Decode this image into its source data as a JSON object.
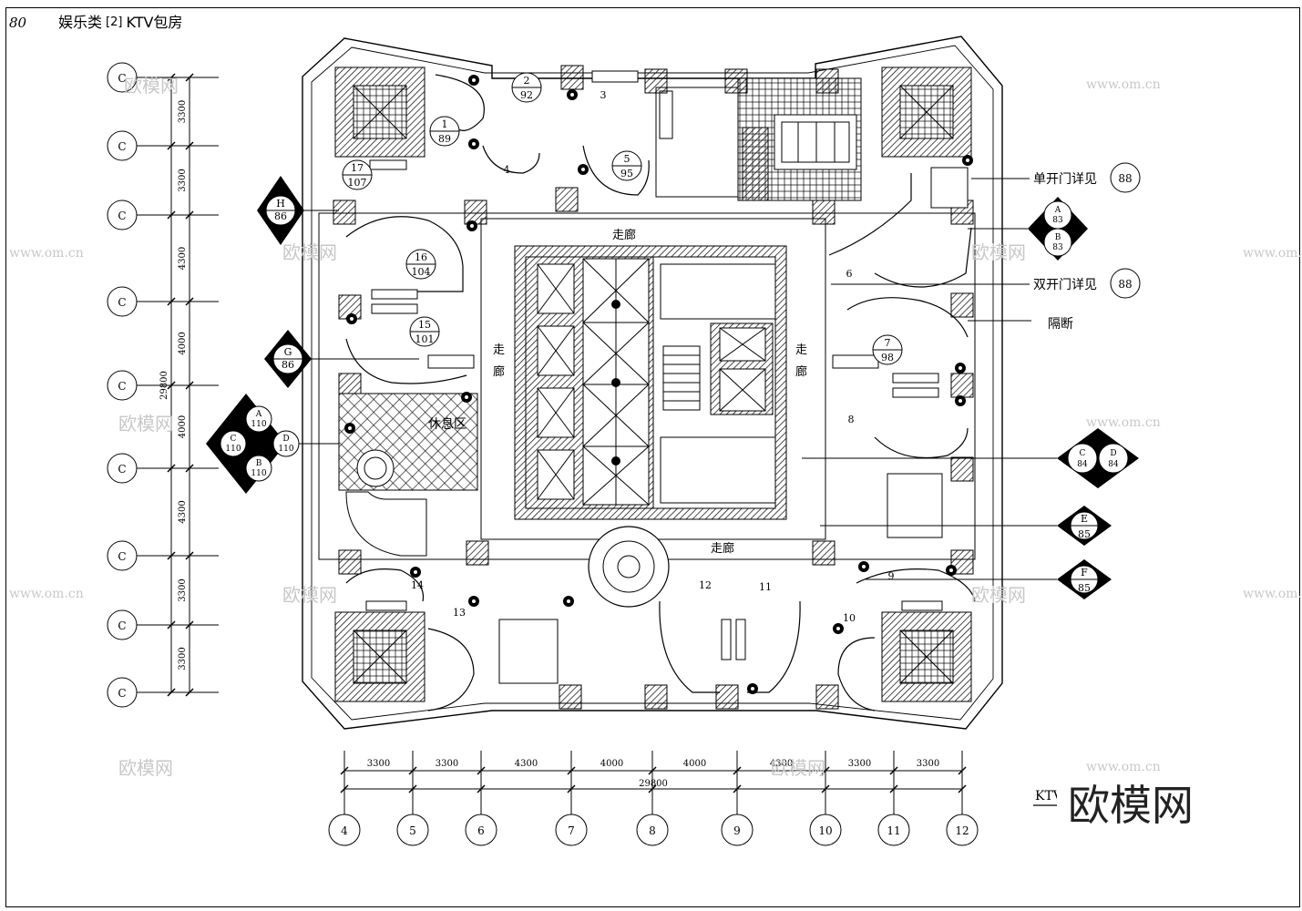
{
  "header": {
    "page_number": "80",
    "category": "娱乐类",
    "category_index": "[2]",
    "title": "KTV包房"
  },
  "grid_left": {
    "axes": [
      "C",
      "C",
      "C",
      "C",
      "C",
      "C",
      "C",
      "C",
      "C"
    ],
    "spacings": [
      "3300",
      "3300",
      "4300",
      "4000",
      "4000",
      "4300",
      "3300",
      "3300"
    ],
    "total": "29800"
  },
  "grid_bottom": {
    "axes": [
      "4",
      "5",
      "6",
      "7",
      "8",
      "9",
      "10",
      "11",
      "12"
    ],
    "spacings": [
      "3300",
      "3300",
      "4300",
      "4000",
      "4000",
      "4300",
      "3300",
      "3300"
    ],
    "total": "29800"
  },
  "rooms": [
    {
      "num": "1",
      "seats": "89"
    },
    {
      "num": "2",
      "seats": "92"
    },
    {
      "num": "3",
      "seats": ""
    },
    {
      "num": "4",
      "seats": ""
    },
    {
      "num": "5",
      "seats": "95"
    },
    {
      "num": "6",
      "seats": ""
    },
    {
      "num": "7",
      "seats": "98"
    },
    {
      "num": "8",
      "seats": ""
    },
    {
      "num": "9",
      "seats": ""
    },
    {
      "num": "10",
      "seats": ""
    },
    {
      "num": "11",
      "seats": ""
    },
    {
      "num": "12",
      "seats": ""
    },
    {
      "num": "13",
      "seats": ""
    },
    {
      "num": "14",
      "seats": ""
    },
    {
      "num": "15",
      "seats": "101"
    },
    {
      "num": "16",
      "seats": "104"
    },
    {
      "num": "17",
      "seats": "107"
    }
  ],
  "labels": {
    "corridor": "走廊",
    "corridor_left_top": "走",
    "corridor_left_bottom": "廊",
    "lounge": "休息区",
    "partition": "隔断",
    "single_door": "单开门详见",
    "double_door": "双开门详见",
    "drawing_name": "KTV包房平面图"
  },
  "callouts": {
    "single_door_ref": "88",
    "double_door_ref": "88",
    "H": {
      "letter": "H",
      "page": "86"
    },
    "G": {
      "letter": "G",
      "page": "86"
    },
    "E": {
      "letter": "E",
      "page": "85"
    },
    "F": {
      "letter": "F",
      "page": "85"
    },
    "left_quad": {
      "A": "A",
      "B": "B",
      "C": "C",
      "D": "D",
      "val": "110"
    },
    "right_AB": {
      "A": "A",
      "B": "B",
      "val": "83"
    },
    "right_CD": {
      "C": "C",
      "D": "D",
      "val": "84"
    }
  },
  "watermarks": {
    "text": "欧模网",
    "url": "www.om.cn",
    "logo": "欧模网"
  }
}
